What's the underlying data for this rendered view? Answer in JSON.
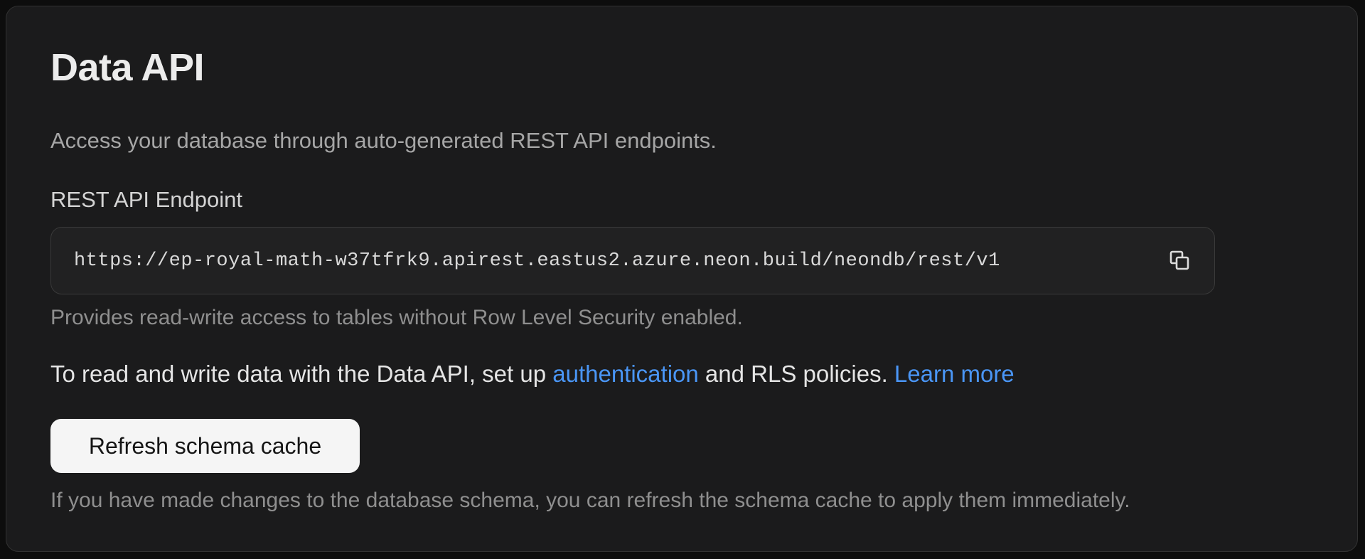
{
  "panel": {
    "title": "Data API",
    "description": "Access your database through auto-generated REST API endpoints.",
    "endpoint": {
      "label": "REST API Endpoint",
      "url": "https://ep-royal-math-w37tfrk9.apirest.eastus2.azure.neon.build/neondb/rest/v1",
      "copy_icon": "copy-icon",
      "helper": "Provides read-write access to tables without Row Level Security enabled."
    },
    "auth_note": {
      "prefix": "To read and write data with the Data API, set up ",
      "auth_link": "authentication",
      "middle": " and RLS policies. ",
      "learn_more_link": "Learn more"
    },
    "refresh": {
      "button_label": "Refresh schema cache",
      "helper": "If you have made changes to the database schema, you can refresh the schema cache to apply them immediately."
    },
    "colors": {
      "bg": "#0d0d0d",
      "panel_bg": "#1b1b1c",
      "panel_border": "#323232",
      "field_bg": "#212122",
      "field_border": "#3a3a3a",
      "link": "#4a96f6",
      "button_bg": "#f5f5f5",
      "button_text": "#161616"
    }
  }
}
